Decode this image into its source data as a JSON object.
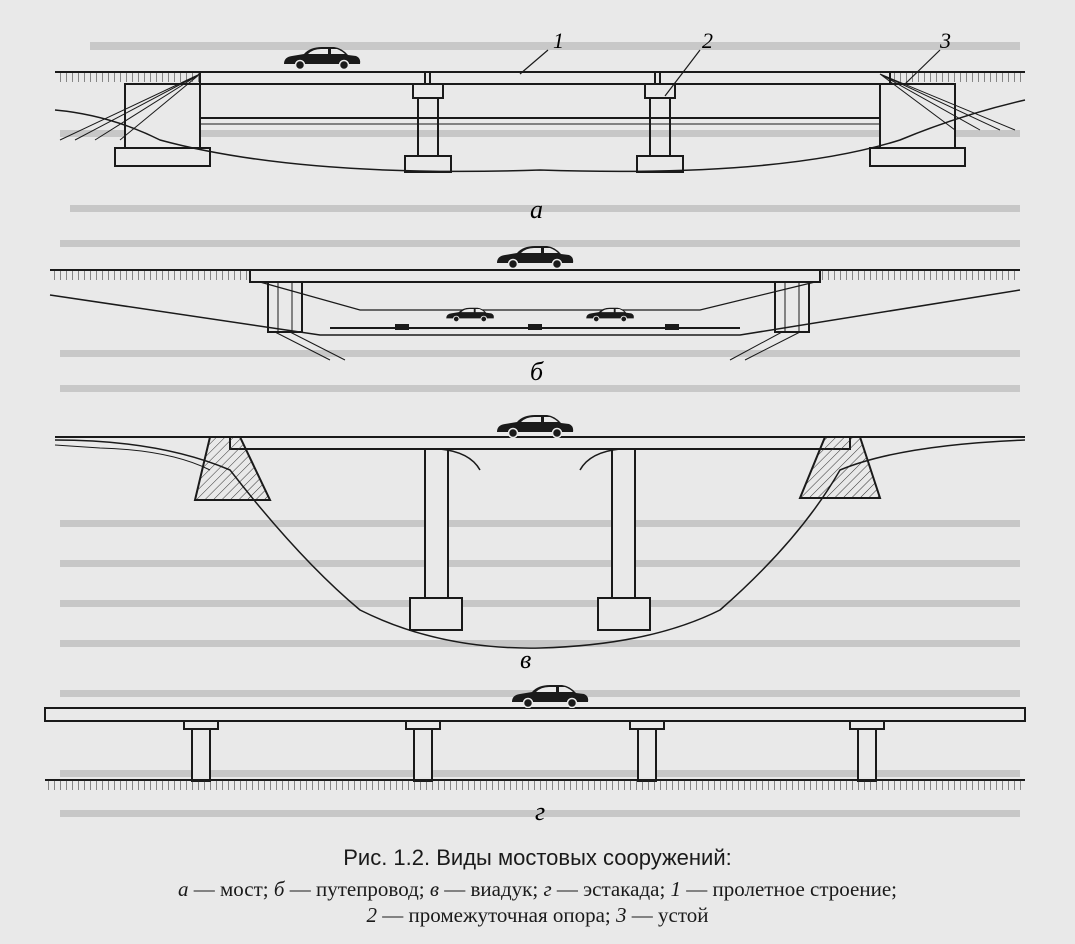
{
  "figure": {
    "panel_labels": [
      "а",
      "б",
      "в",
      "г"
    ],
    "callouts": [
      "1",
      "2",
      "3"
    ]
  },
  "caption": {
    "title": "Рис. 1.2. Виды мостовых сооружений:",
    "line2": [
      {
        "key": "а",
        "text": " — мост; "
      },
      {
        "key": "б",
        "text": " — путепровод; "
      },
      {
        "key": "в",
        "text": " — виадук; "
      },
      {
        "key": "г",
        "text": " — эстакада; "
      },
      {
        "key": "1",
        "text": " — пролетное строение;"
      }
    ],
    "line3": [
      {
        "key": "2",
        "text": " — промежуточная опора; "
      },
      {
        "key": "3",
        "text": " — устой"
      }
    ]
  }
}
